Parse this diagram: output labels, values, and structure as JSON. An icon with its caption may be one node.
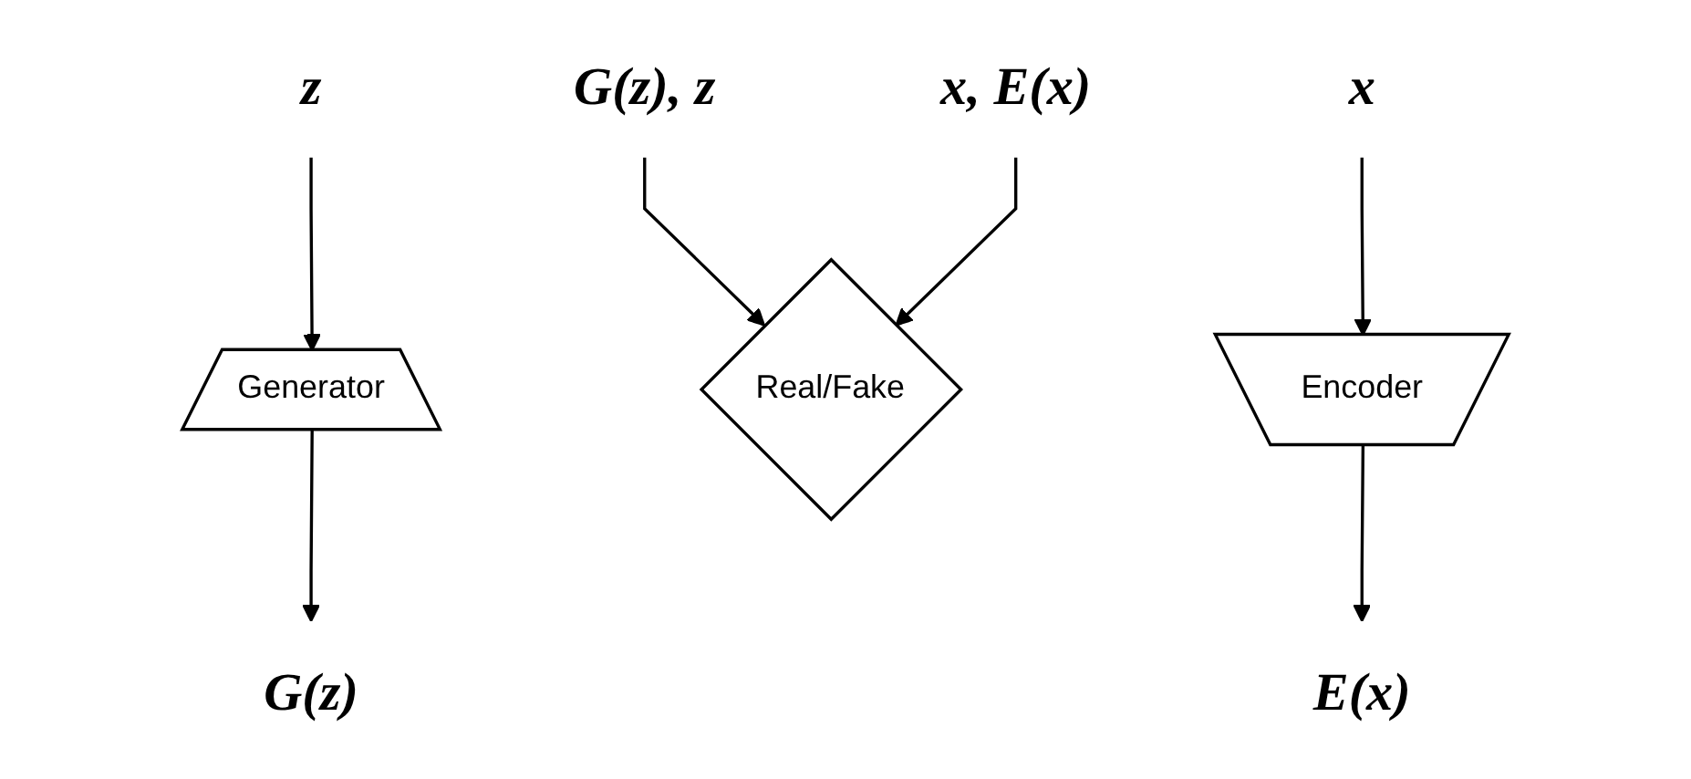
{
  "diagram": {
    "nodes": [
      {
        "text": [
          "G(z)"
        ]
      },
      {
        "text": [
          "Generator"
        ]
      },
      {
        "text": [
          "z"
        ]
      },
      {
        "text": [
          "G(z), z"
        ]
      },
      {
        "text": [
          "Real/Fake"
        ]
      },
      {
        "text": [
          "x, E(x)"
        ]
      },
      {
        "text": [
          "x"
        ]
      },
      {
        "text": [
          "Encoder"
        ]
      },
      {
        "text": [
          "E(x)"
        ]
      }
    ],
    "edges": [
      {
        "from": 2,
        "to": 1,
        "arrow": "to"
      },
      {
        "from": 1,
        "to": 0,
        "arrow": "to"
      },
      {
        "from": 3,
        "to": 4,
        "arrow": "to"
      },
      {
        "from": 5,
        "to": 4,
        "arrow": "to"
      },
      {
        "from": 6,
        "to": 7,
        "arrow": "to"
      },
      {
        "from": 7,
        "to": 8,
        "arrow": "to"
      }
    ]
  }
}
